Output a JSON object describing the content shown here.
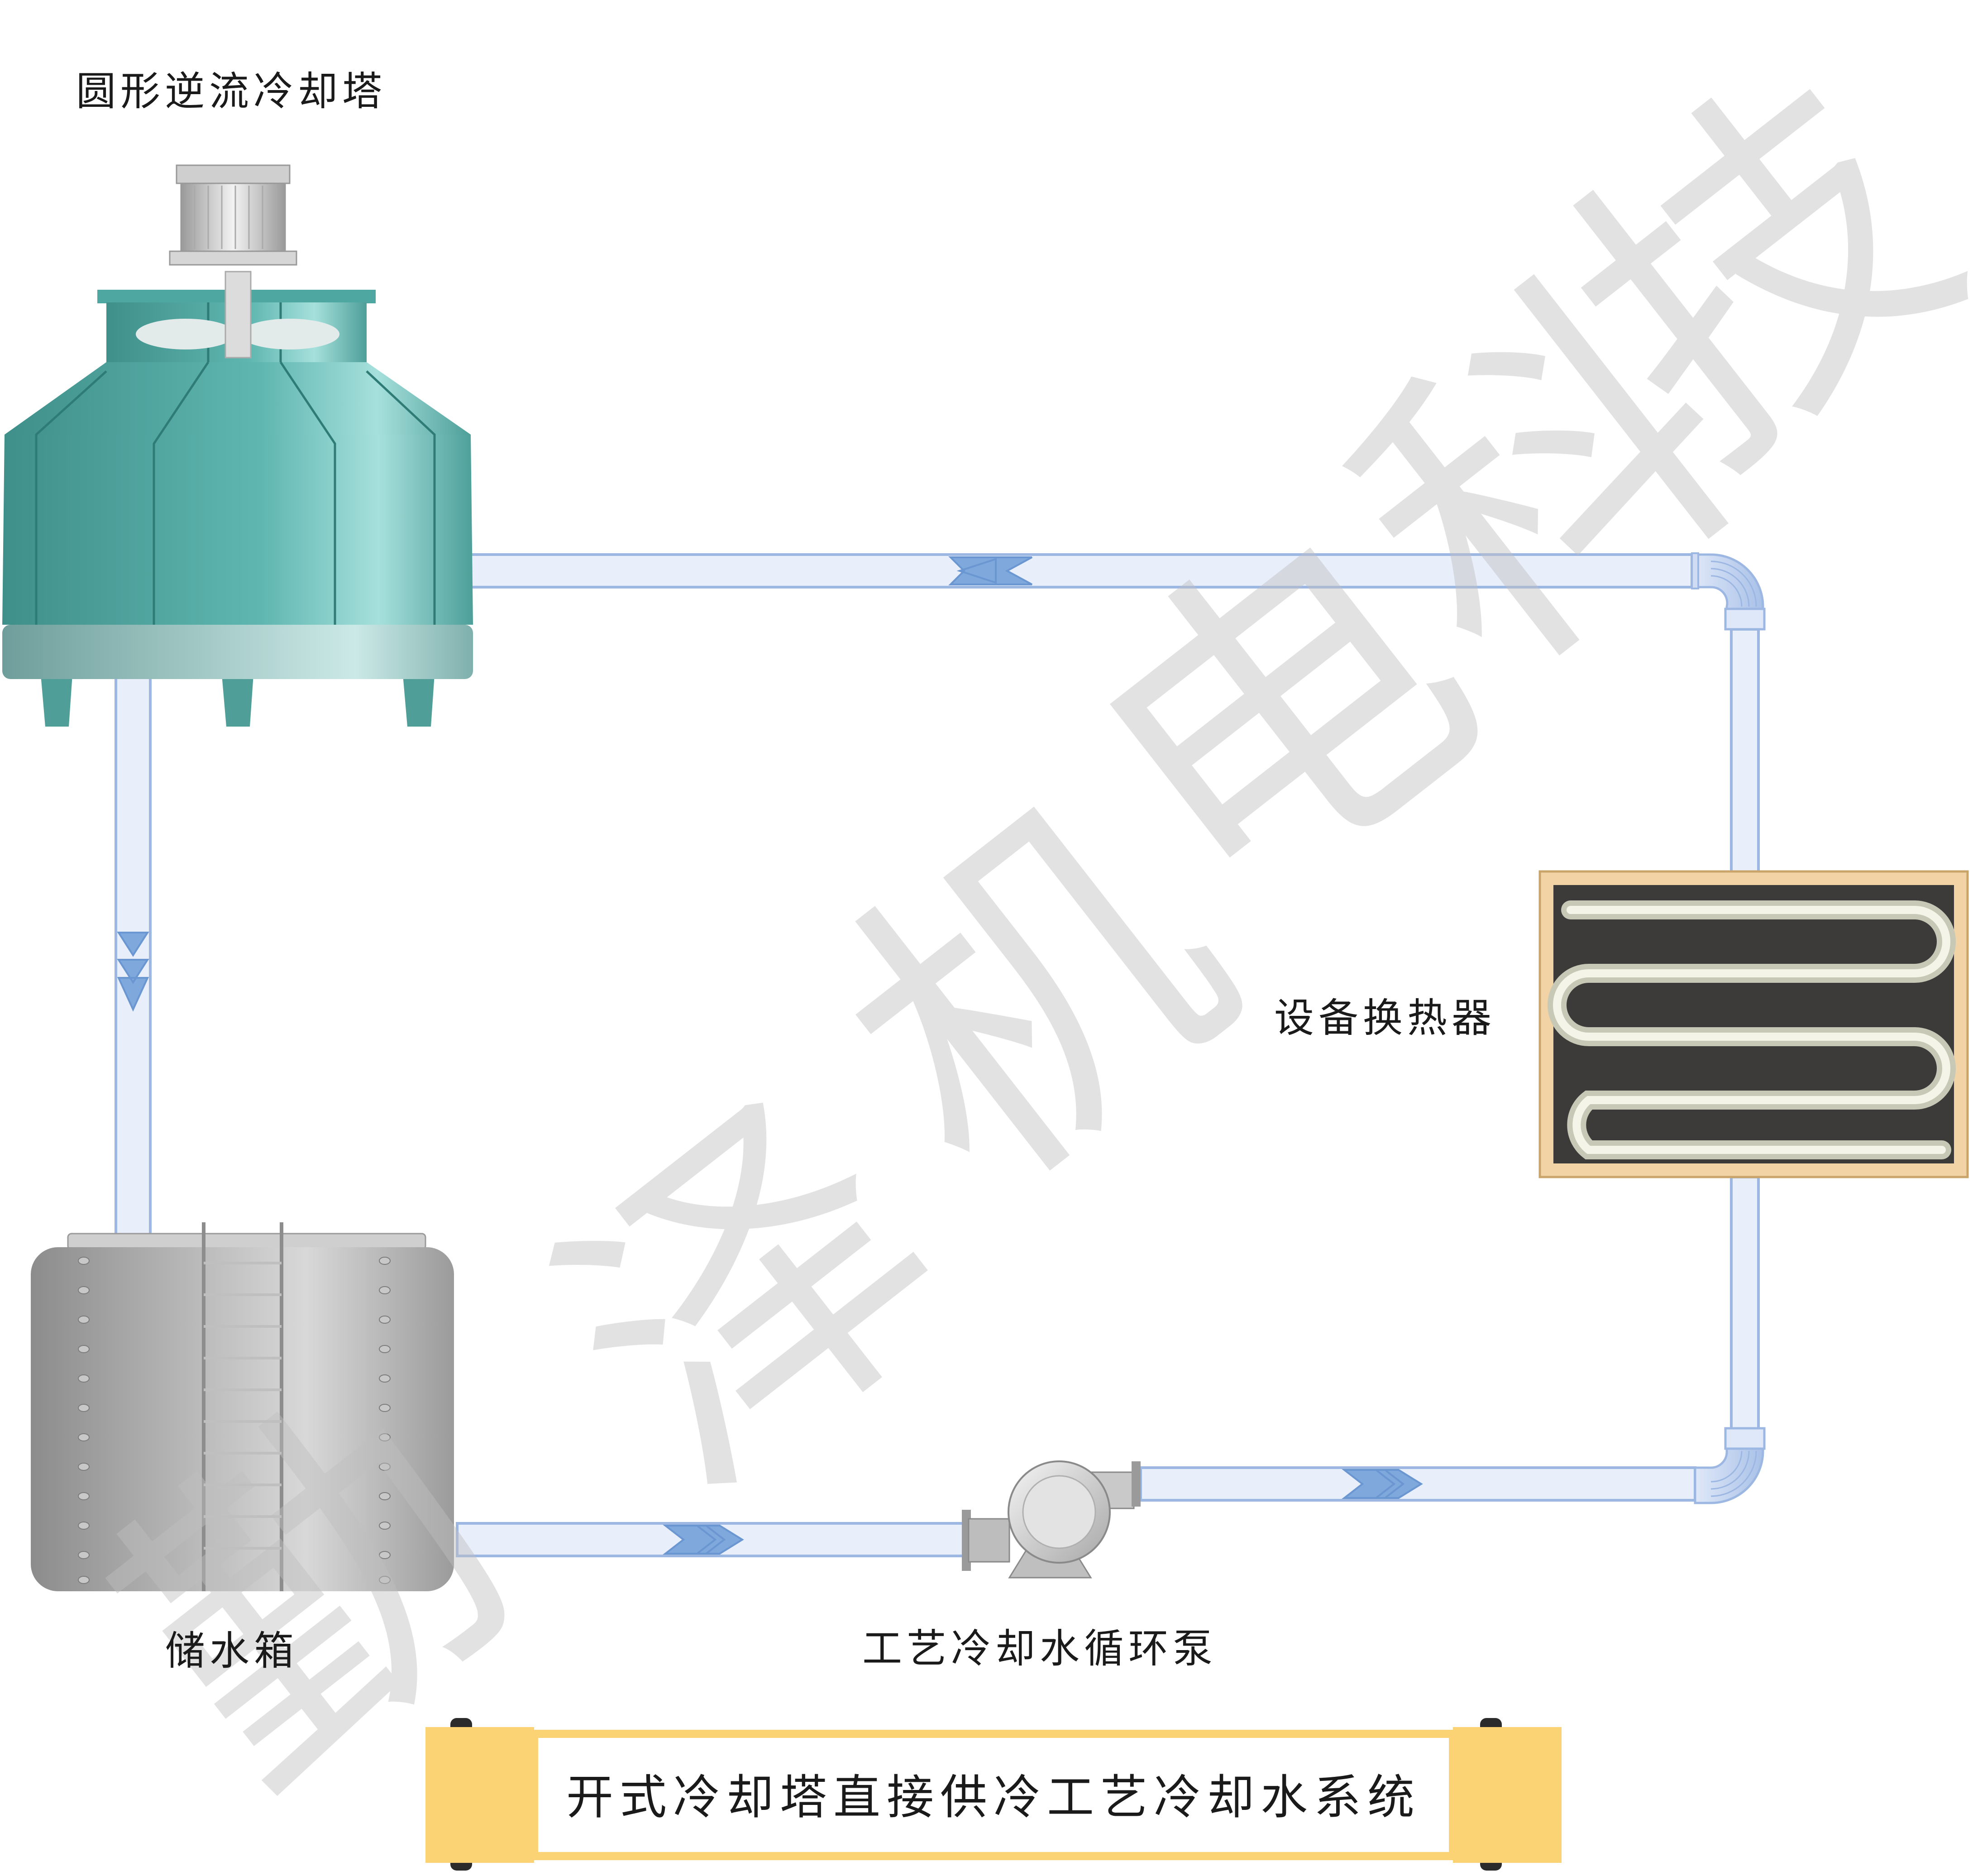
{
  "labels": {
    "cooling_tower": "圆形逆流冷却塔",
    "heat_exchanger": "设备换热器",
    "storage_tank": "储水箱",
    "circulation_pump": "工艺冷却水循环泵"
  },
  "title": "开式冷却塔直接供冷工艺冷却水系统",
  "watermark": [
    "勤",
    "泽",
    "机",
    "电",
    "科",
    "技"
  ],
  "colors": {
    "pipe_fill": "#e8eefa",
    "pipe_stroke": "#9db7e3",
    "arrow": "#7fa8dc",
    "tower_teal": "#5fb3ad",
    "tank_gray": "#a9a9a9",
    "hx_frame": "#f1d3a5",
    "hx_core": "#3d3a3a",
    "banner_yellow": "#fbd374"
  }
}
